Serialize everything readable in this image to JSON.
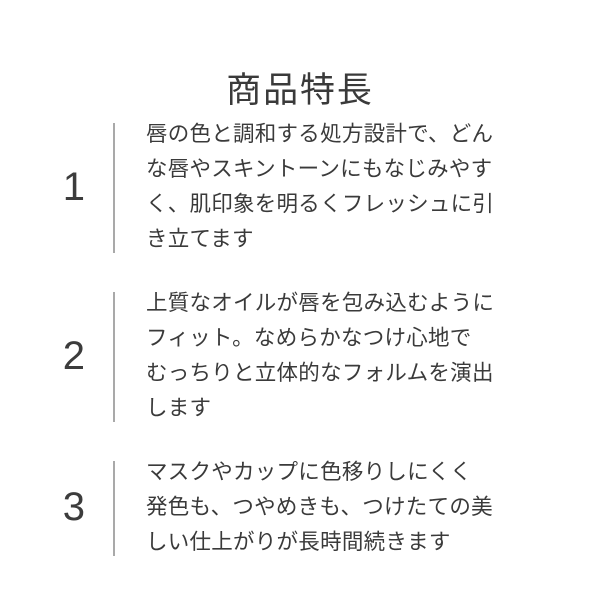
{
  "document": {
    "title": "商品特長",
    "background_color": "#ffffff",
    "text_color": "#3a3a3a",
    "rule_color": "#a9a9a9"
  },
  "features": [
    {
      "number": "1",
      "text": "唇の色と調和する処方設計で、どん\nな唇やスキントーンにもなじみやす\nく、肌印象を明るくフレッシュに引\nき立てます"
    },
    {
      "number": "2",
      "text": "上質なオイルが唇を包み込むように\nフィット。なめらかなつけ心地で\nむっちりと立体的なフォルムを演出\nします"
    },
    {
      "number": "3",
      "text": "マスクやカップに色移りしにくく\n発色も、つやめきも、つけたての美\nしい仕上がりが長時間続きます"
    }
  ]
}
